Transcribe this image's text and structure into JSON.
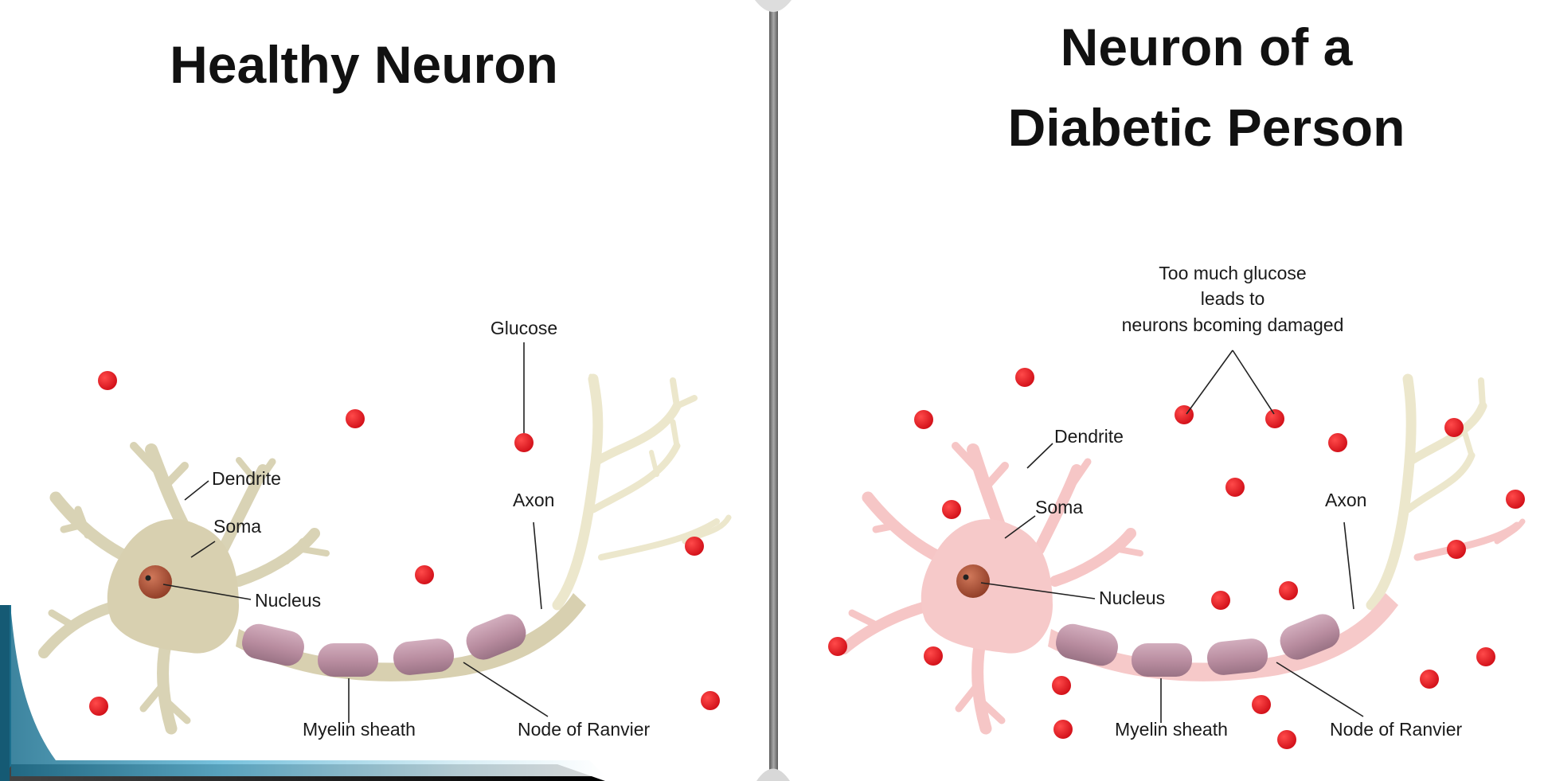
{
  "left_panel": {
    "title": "Healthy Neuron",
    "labels": {
      "glucose": "Glucose",
      "dendrite": "Dendrite",
      "soma": "Soma",
      "nucleus": "Nucleus",
      "axon": "Axon",
      "myelin": "Myelin sheath",
      "node": "Node of Ranvier"
    }
  },
  "right_panel": {
    "title_line1": "Neuron of a",
    "title_line2": "Diabetic Person",
    "annotation_line1": "Too much glucose",
    "annotation_line2": "leads to",
    "annotation_line3": "neurons bcoming damaged",
    "labels": {
      "dendrite": "Dendrite",
      "soma": "Soma",
      "nucleus": "Nucleus",
      "axon": "Axon",
      "myelin": "Myelin sheath",
      "node": "Node of Ranvier"
    }
  },
  "colors": {
    "healthy_cell": "#d8d0b0",
    "diabetic_cell": "#f6c9c9",
    "glucose": "#e0141e",
    "myelin": "#b98ea2",
    "nucleus": "#b5553c",
    "divider": "#7f7f7f",
    "slide_accent": "#1b6f8e"
  }
}
